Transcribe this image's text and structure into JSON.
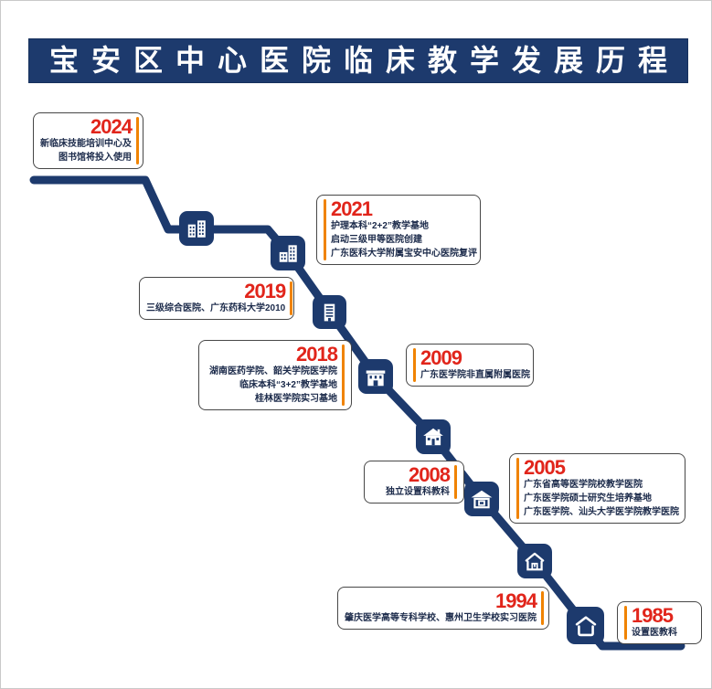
{
  "page": {
    "title": "宝安区中心医院临床教学发展历程"
  },
  "colors": {
    "navy": "#1d3a6d",
    "year_red": "#e1251b",
    "accent_orange": "#f08300",
    "body_text": "#1b2a4a",
    "box_border": "#474747"
  },
  "milestones": [
    {
      "year": "2024",
      "lines": [
        "新临床技能培训中心及",
        "图书馆将投入使用"
      ]
    },
    {
      "year": "2021",
      "lines": [
        "护理本科“2+2”教学基地",
        "启动三级甲等医院创建",
        "广东医科大学附属宝安中心医院复评"
      ]
    },
    {
      "year": "2019",
      "lines": [
        "三级综合医院、广东药科大学2010"
      ]
    },
    {
      "year": "2018",
      "lines": [
        "湖南医药学院、韶关学院医学院",
        "临床本科“3+2”教学基地",
        "桂林医学院实习基地"
      ]
    },
    {
      "year": "2009",
      "lines": [
        "广东医学院非直属附属医院"
      ]
    },
    {
      "year": "2008",
      "lines": [
        "独立设置科教科"
      ]
    },
    {
      "year": "2005",
      "lines": [
        "广东省高等医学院校教学医院",
        "广东医学院硕士研究生培养基地",
        "广东医学院、汕头大学医学院教学医院"
      ]
    },
    {
      "year": "1994",
      "lines": [
        "肇庆医学高等专科学校、惠州卫生学校实习医院"
      ]
    },
    {
      "year": "1985",
      "lines": [
        "设置医教科"
      ]
    }
  ],
  "icons": [
    {
      "name": "building-two-towers-icon"
    },
    {
      "name": "building-highrise-icon"
    },
    {
      "name": "building-office-icon"
    },
    {
      "name": "building-facade-icon"
    },
    {
      "name": "house-detailed-icon"
    },
    {
      "name": "house-garage-icon"
    },
    {
      "name": "house-window-icon"
    },
    {
      "name": "house-outline-icon"
    }
  ]
}
